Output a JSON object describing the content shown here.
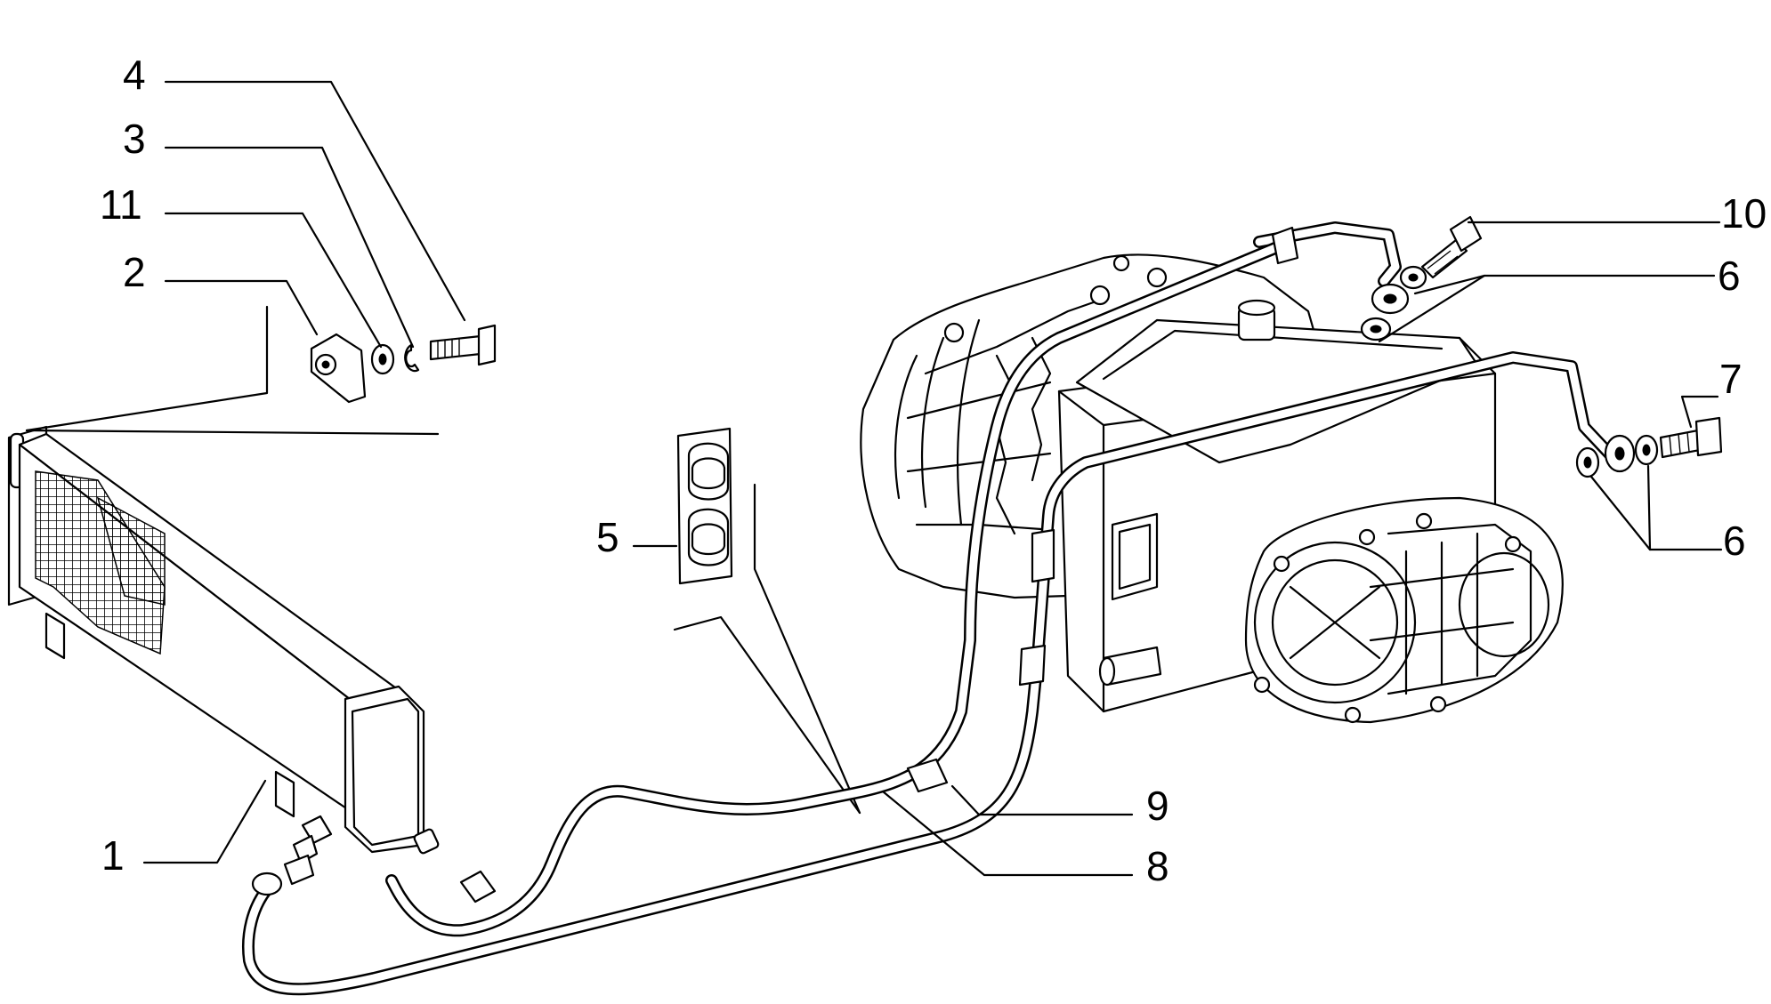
{
  "diagram": {
    "callouts": [
      {
        "id": "c4",
        "label": "4"
      },
      {
        "id": "c3",
        "label": "3"
      },
      {
        "id": "c11",
        "label": "11"
      },
      {
        "id": "c2",
        "label": "2"
      },
      {
        "id": "c1",
        "label": "1"
      },
      {
        "id": "c5",
        "label": "5"
      },
      {
        "id": "c10",
        "label": "10"
      },
      {
        "id": "c6a",
        "label": "6"
      },
      {
        "id": "c7",
        "label": "7"
      },
      {
        "id": "c6b",
        "label": "6"
      },
      {
        "id": "c9",
        "label": "9"
      },
      {
        "id": "c8",
        "label": "8"
      }
    ]
  }
}
